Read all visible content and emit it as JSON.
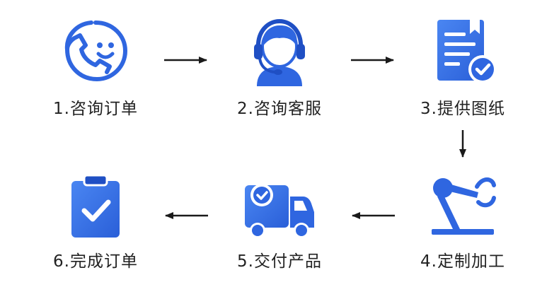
{
  "steps": [
    {
      "label": "1.咨询订单",
      "icon": "phone-smile-icon"
    },
    {
      "label": "2.咨询客服",
      "icon": "customer-service-headset-icon"
    },
    {
      "label": "3.提供图纸",
      "icon": "document-check-icon"
    },
    {
      "label": "4.定制加工",
      "icon": "robot-arm-icon"
    },
    {
      "label": "5.交付产品",
      "icon": "delivery-truck-icon"
    },
    {
      "label": "6.完成订单",
      "icon": "clipboard-check-icon"
    }
  ],
  "colors": {
    "primary": "#2f66e0",
    "primary_light": "#4a86f2",
    "primary_dark": "#1f4fc4",
    "text": "#222222",
    "arrow": "#1a1a1a",
    "skin": "#ffffff"
  }
}
